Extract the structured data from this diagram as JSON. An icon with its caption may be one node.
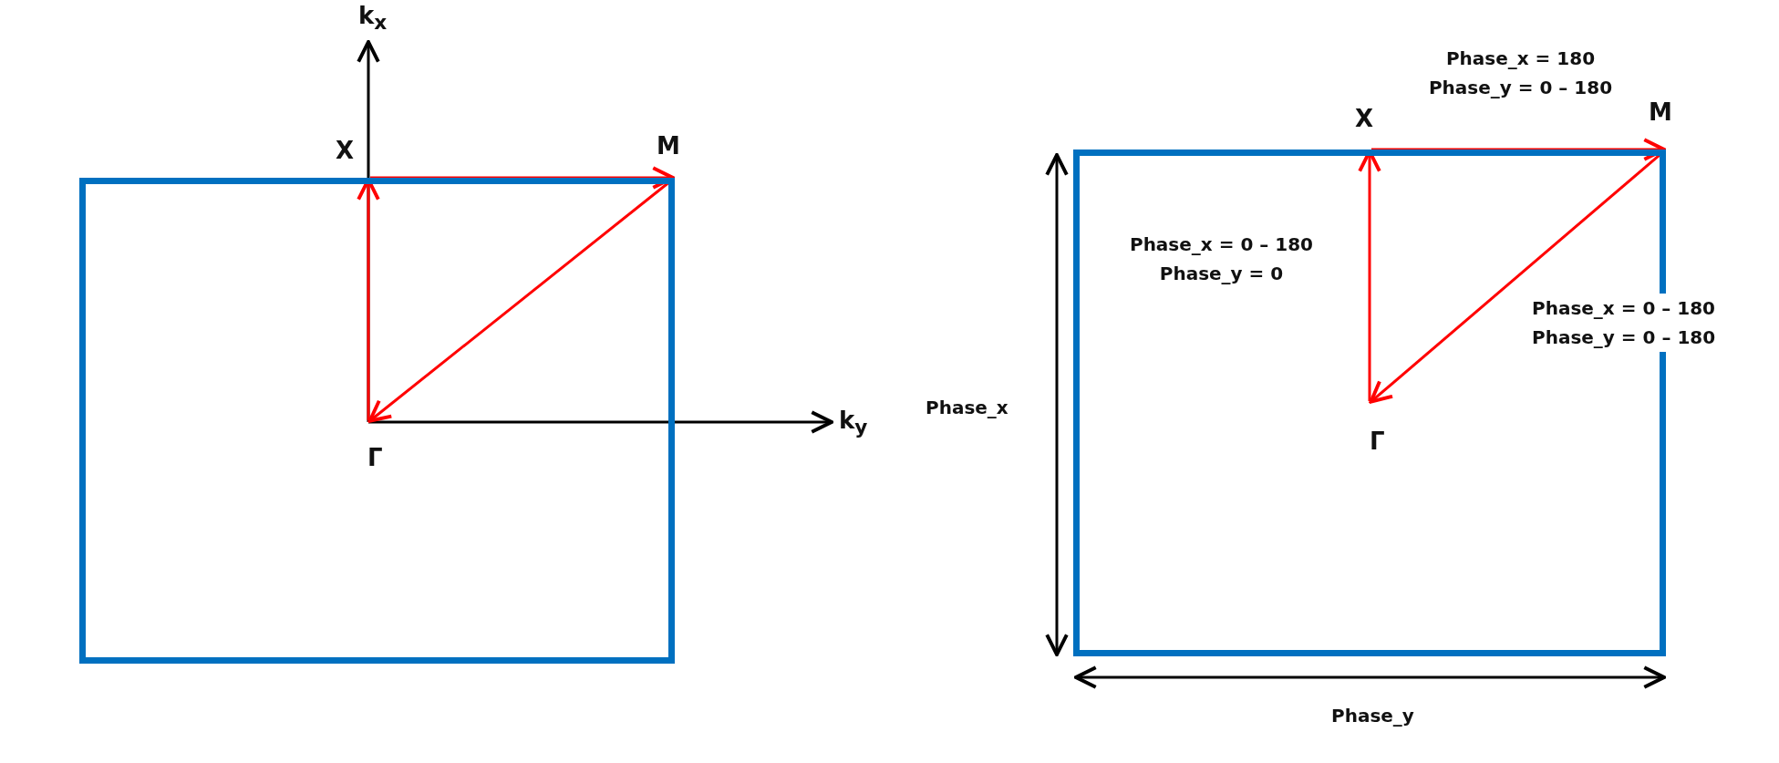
{
  "diagram": {
    "nodes": [
      {
        "text": [],
        "shape": "box"
      },
      {
        "text": [
          "X"
        ]
      },
      {
        "text": [
          "M"
        ]
      },
      {
        "text": [
          "Γ"
        ],
        "in": 0
      },
      {
        "text": [],
        "shape": "box"
      },
      {
        "text": [
          "X"
        ]
      },
      {
        "text": [
          "M"
        ]
      },
      {
        "text": [
          "Γ"
        ],
        "in": 4
      }
    ],
    "edges": [
      {
        "from": 3,
        "to": 1,
        "arrow": "to"
      },
      {
        "from": 1,
        "to": 2,
        "arrow": "to"
      },
      {
        "from": 2,
        "to": 3,
        "arrow": "to"
      },
      {
        "from": 7,
        "to": 5,
        "arrow": "to",
        "label": "Phase_x = 0 – 180 Phase_y = 0"
      },
      {
        "from": 5,
        "to": 6,
        "arrow": "to",
        "label": "Phase_x = 180 Phase_y = 0 – 180"
      },
      {
        "from": 6,
        "to": 7,
        "arrow": "to",
        "label": "Phase_x = 0 – 180 Phase_y = 0 – 180"
      }
    ],
    "labels": [
      "k$_{x}$",
      "k$_{y}$",
      "Phase_x",
      "Phase_y"
    ]
  }
}
